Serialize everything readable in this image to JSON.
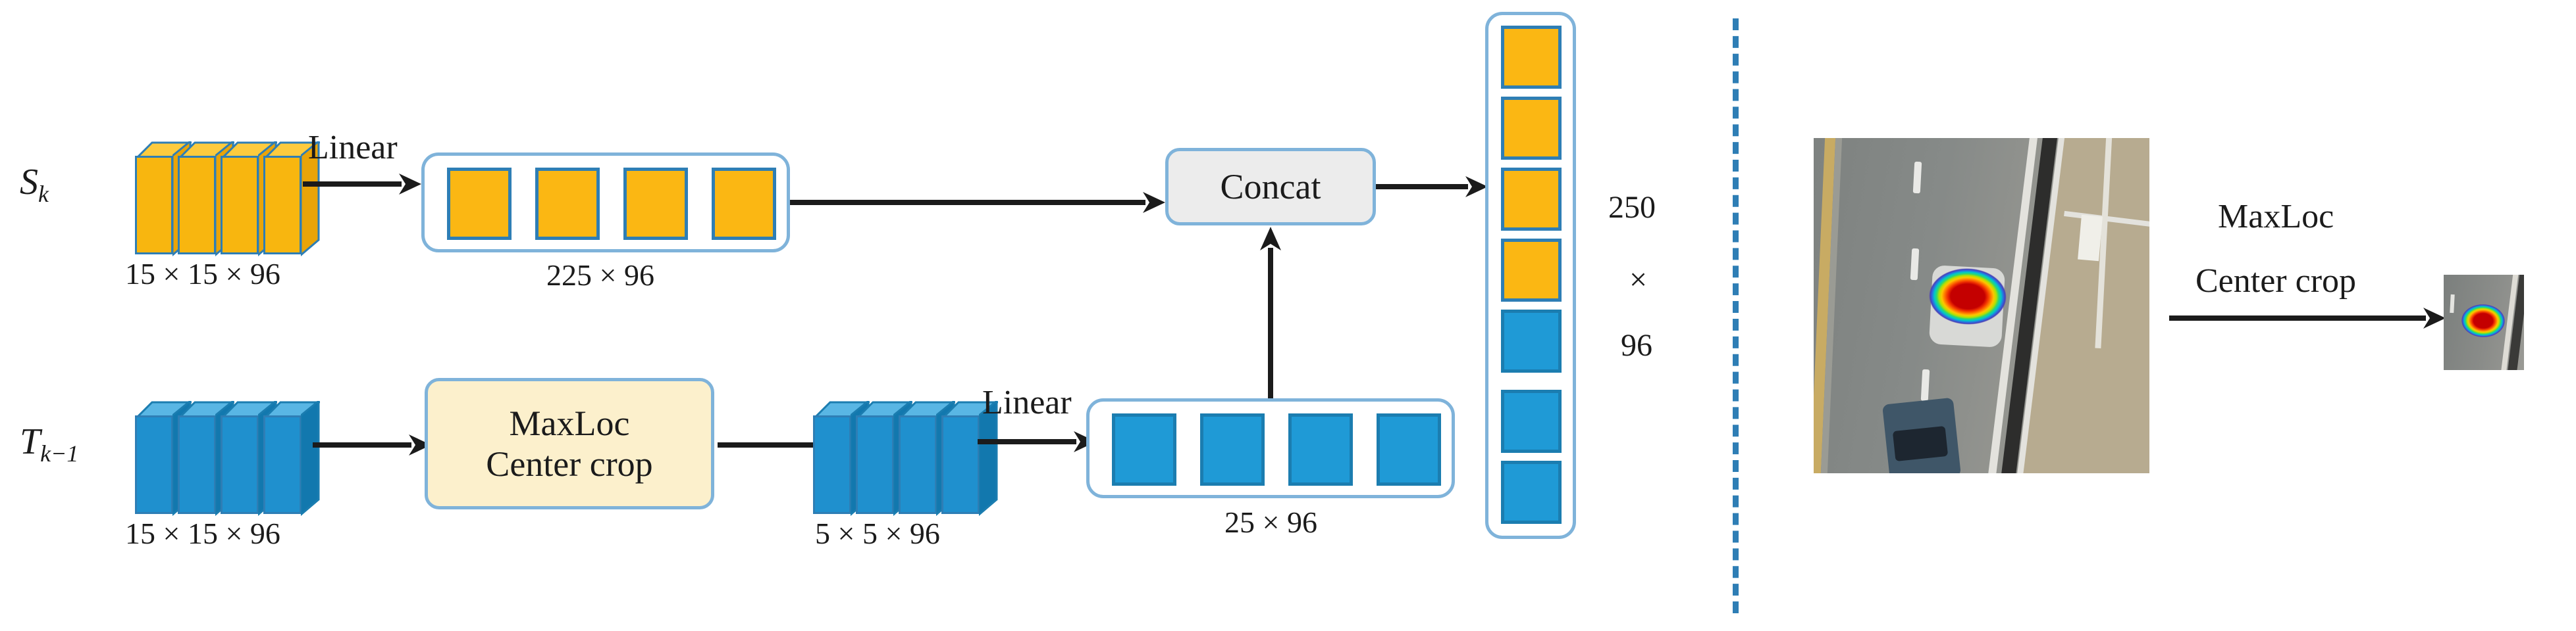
{
  "figure": {
    "title": "Template feature extraction and concatenation pipeline",
    "colors": {
      "yellow": "#FBB713",
      "blue": "#1F9AD6",
      "border_blue": "#2E7EB5",
      "holder_blue": "#7FB3DA",
      "concat_fill": "#ECECEC",
      "maxloc_fill": "#FCF0CC",
      "divider": "#2E7EB5",
      "heat_peak": "#C40000"
    },
    "divider": {
      "style": "dashed-vertical"
    }
  },
  "left_panel": {
    "top_branch": {
      "input_label": "S",
      "input_sub": "k",
      "tensor_dims": "15 × 15 × 96",
      "op_label": "Linear",
      "vector_dims": "225 × 96",
      "vector_cells": 4,
      "cell_color": "yellow"
    },
    "bottom_branch": {
      "input_label": "T",
      "input_sub": "k−1",
      "tensor_dims": "15 × 15 × 96",
      "process_label_line1": "MaxLoc",
      "process_label_line2": "Center crop",
      "cropped_dims": "5 × 5 × 96",
      "op_label": "Linear",
      "vector_dims": "25 × 96",
      "vector_cells": 4,
      "cell_color": "blue"
    },
    "merge": {
      "label": "Concat",
      "output_dim_line1": "250",
      "output_dim_line2": "×",
      "output_dim_line3": "96",
      "output_cells_yellow": 4,
      "output_cells_blue": 3
    }
  },
  "right_panel": {
    "source_image": {
      "caption": "aerial-road-scene-with-heatmap",
      "scene": "aerial view of a road with a white car highlighted by a jet-colormap response heatmap, a dark blue car below, guardrail and roadside sign on the right"
    },
    "op_label_line1": "MaxLoc",
    "op_label_line2": "Center crop",
    "result_image": {
      "caption": "cropped-car-with-heatmap",
      "scene": "close crop centred on the white car with the red heatmap peak"
    }
  }
}
